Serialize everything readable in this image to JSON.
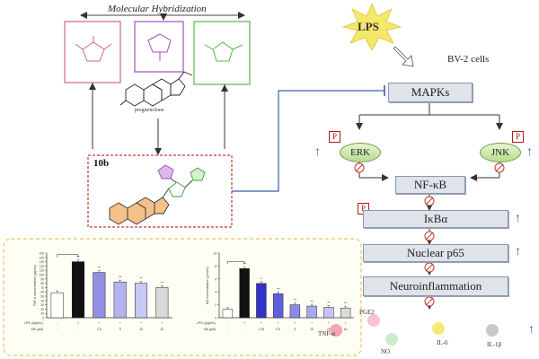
{
  "header": {
    "title": "Molecular Hybridization"
  },
  "left": {
    "scaffold_label": "pregnenolone",
    "compound_label": "10b"
  },
  "stimulus": {
    "label": "LPS",
    "cells_label": "BV-2 cells"
  },
  "pathway": {
    "mapks": "MAPKs",
    "erk": "ERK",
    "jnk": "JNK",
    "phospho_label": "P",
    "nfkb": "NF-κB",
    "ikba": "IκBα",
    "p65": "Nuclear p65",
    "neuro": "Neuroinflammation"
  },
  "cytokines": [
    {
      "label": "TNF-α",
      "color": "#f3a6b6"
    },
    {
      "label": "PGE2",
      "color": "#f7c3cf"
    },
    {
      "label": "NO",
      "color": "#cdeccb"
    },
    {
      "label": "IL-6",
      "color": "#f4ea7a"
    },
    {
      "label": "IL-1β",
      "color": "#c9c9c9"
    }
  ],
  "colors": {
    "pink_frame": "#c76a7a",
    "purple_frame": "#a14fc0",
    "green_frame": "#59b84a",
    "compound_frame": "#c0392b",
    "panel_frame": "#e8c45a",
    "link": "#3b5fa8"
  },
  "chart_data": [
    {
      "type": "bar",
      "title": "",
      "ylabel": "TNF-α concentration (pg/mL)",
      "ylim": [
        0,
        150
      ],
      "yticks": [
        "0",
        "10",
        "20",
        "30",
        "40",
        "50",
        "60",
        "70",
        "80",
        "90",
        "100",
        "110",
        "120",
        "130",
        "140",
        "150"
      ],
      "rows": [
        {
          "label": "LPS (1μg/mL)",
          "values": [
            "-",
            "+",
            "+",
            "+",
            "+",
            "+"
          ]
        },
        {
          "label": "10b (μM)",
          "values": [
            "-",
            "-",
            "2.5",
            "5",
            "10",
            "20"
          ]
        }
      ],
      "significance": [
        "",
        "**",
        "**",
        "**",
        "**",
        "**"
      ],
      "values": [
        58,
        130,
        105,
        83,
        80,
        70
      ],
      "colors": [
        "#ffffff",
        "#111111",
        "#8f8fe4",
        "#b3b3ef",
        "#c8c8f4",
        "#d9d9d9"
      ]
    },
    {
      "type": "bar",
      "title": "",
      "ylabel": "NO concentration (μmol/L)",
      "ylim": [
        0,
        10
      ],
      "yticks": [
        "0",
        "2",
        "4",
        "6",
        "8",
        "10"
      ],
      "rows": [
        {
          "label": "LPS (1μg/mL)",
          "values": [
            "-",
            "+",
            "+",
            "+",
            "+",
            "+",
            "+",
            "+"
          ]
        },
        {
          "label": "10b (μM)",
          "values": [
            "-",
            "-",
            "1.25",
            "2.5",
            "5",
            "10",
            "20",
            "40"
          ]
        }
      ],
      "significance": [
        "",
        "**",
        "*",
        "**",
        "**",
        "**",
        "**",
        "**"
      ],
      "values": [
        1.3,
        7.6,
        5.3,
        3.7,
        2.0,
        1.8,
        1.6,
        1.5
      ],
      "colors": [
        "#ffffff",
        "#111111",
        "#3232c8",
        "#5e5ee0",
        "#8a8aea",
        "#a8a8f0",
        "#c4c4f6",
        "#dadada"
      ]
    }
  ]
}
